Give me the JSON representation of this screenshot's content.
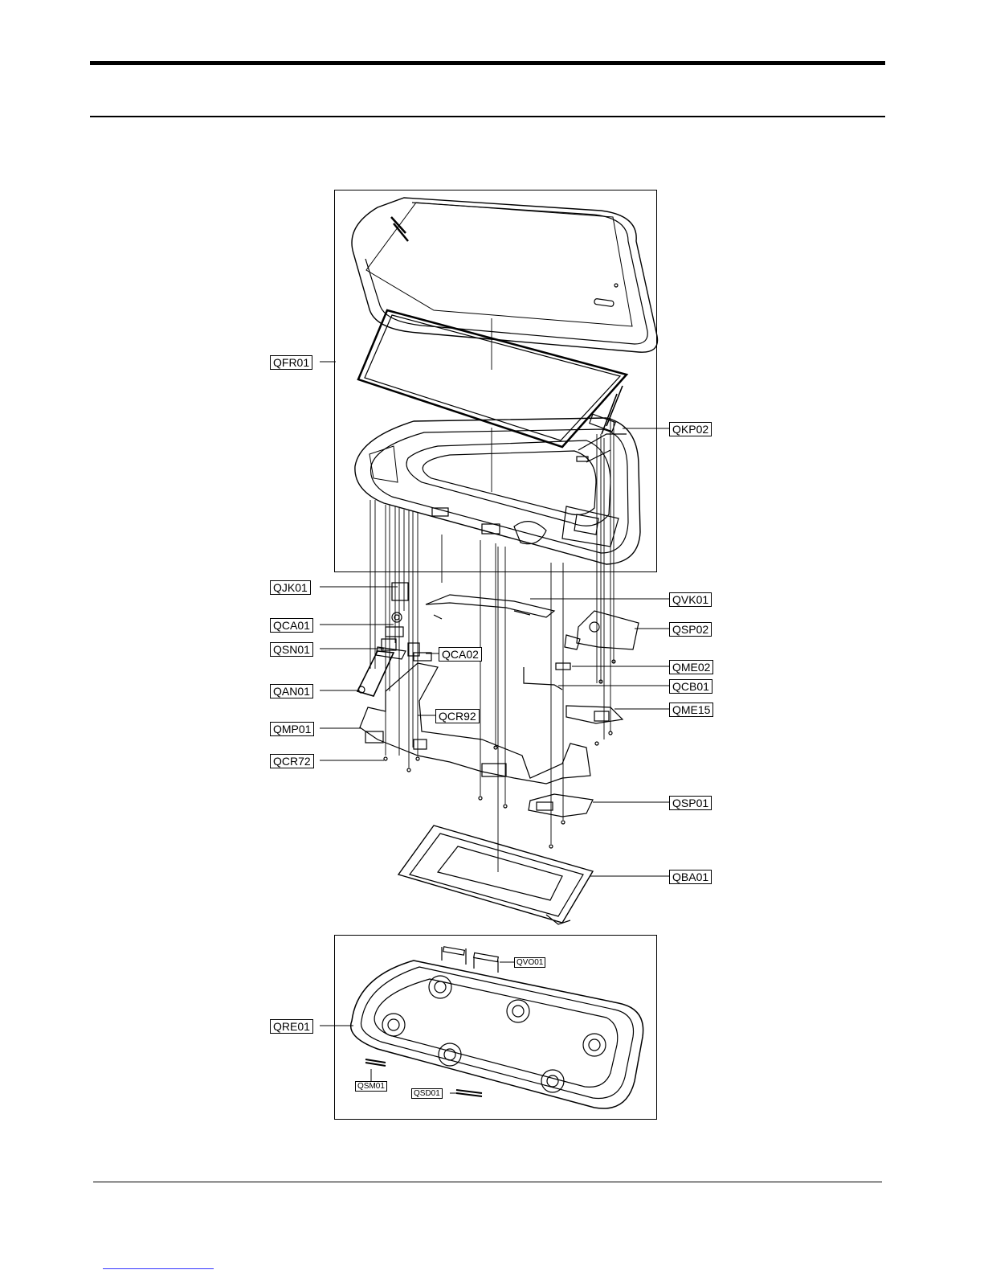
{
  "callouts": {
    "QFR01": "QFR01",
    "QKP02": "QKP02",
    "QJK01": "QJK01",
    "QVK01": "QVK01",
    "QCA01": "QCA01",
    "QSP02": "QSP02",
    "QSN01": "QSN01",
    "QCA02": "QCA02",
    "QME02": "QME02",
    "QAN01": "QAN01",
    "QCB01": "QCB01",
    "QCR92": "QCR92",
    "QME15": "QME15",
    "QMP01": "QMP01",
    "QCR72": "QCR72",
    "QSP01": "QSP01",
    "QBA01": "QBA01",
    "QVO01": "QVO01",
    "QRE01": "QRE01",
    "QSM01": "QSM01",
    "QSD01": "QSD01"
  }
}
